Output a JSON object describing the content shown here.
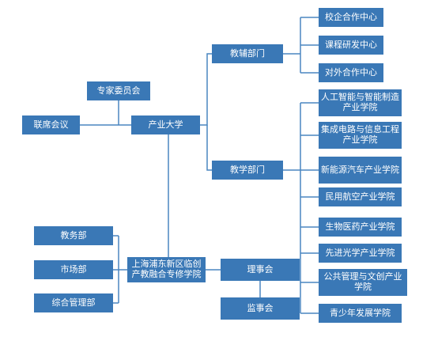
{
  "colors": {
    "box": "#3a78b6",
    "line": "#4a86c0",
    "text": "#ffffff"
  },
  "nodes": {
    "expert_committee": "专家委员会",
    "joint_meeting": "联席会议",
    "industry_university": "产业大学",
    "teaching_support_dept": "教辅部门",
    "teaching_dept": "教学部门",
    "school_enterprise_center": "校企合作中心",
    "curriculum_center": "课程研发中心",
    "external_center": "对外合作中心",
    "ai_college": "人工智能与智能制造产业学院",
    "ic_college": "集成电路与信息工程产业学院",
    "nev_college": "新能源汽车产业学院",
    "aviation_college": "民用航空产业学院",
    "bio_college": "生物医药产业学院",
    "optics_college": "先进光学产业学院",
    "public_mgmt_college": "公共管理与文创产业学院",
    "youth_college": "青少年发展学院",
    "lingang_college": "上海浦东新区临创产教融合专修学院",
    "academic_affairs": "教务部",
    "marketing": "市场部",
    "general_mgmt": "综合管理部",
    "board": "理事会",
    "supervisory_board": "监事会"
  }
}
